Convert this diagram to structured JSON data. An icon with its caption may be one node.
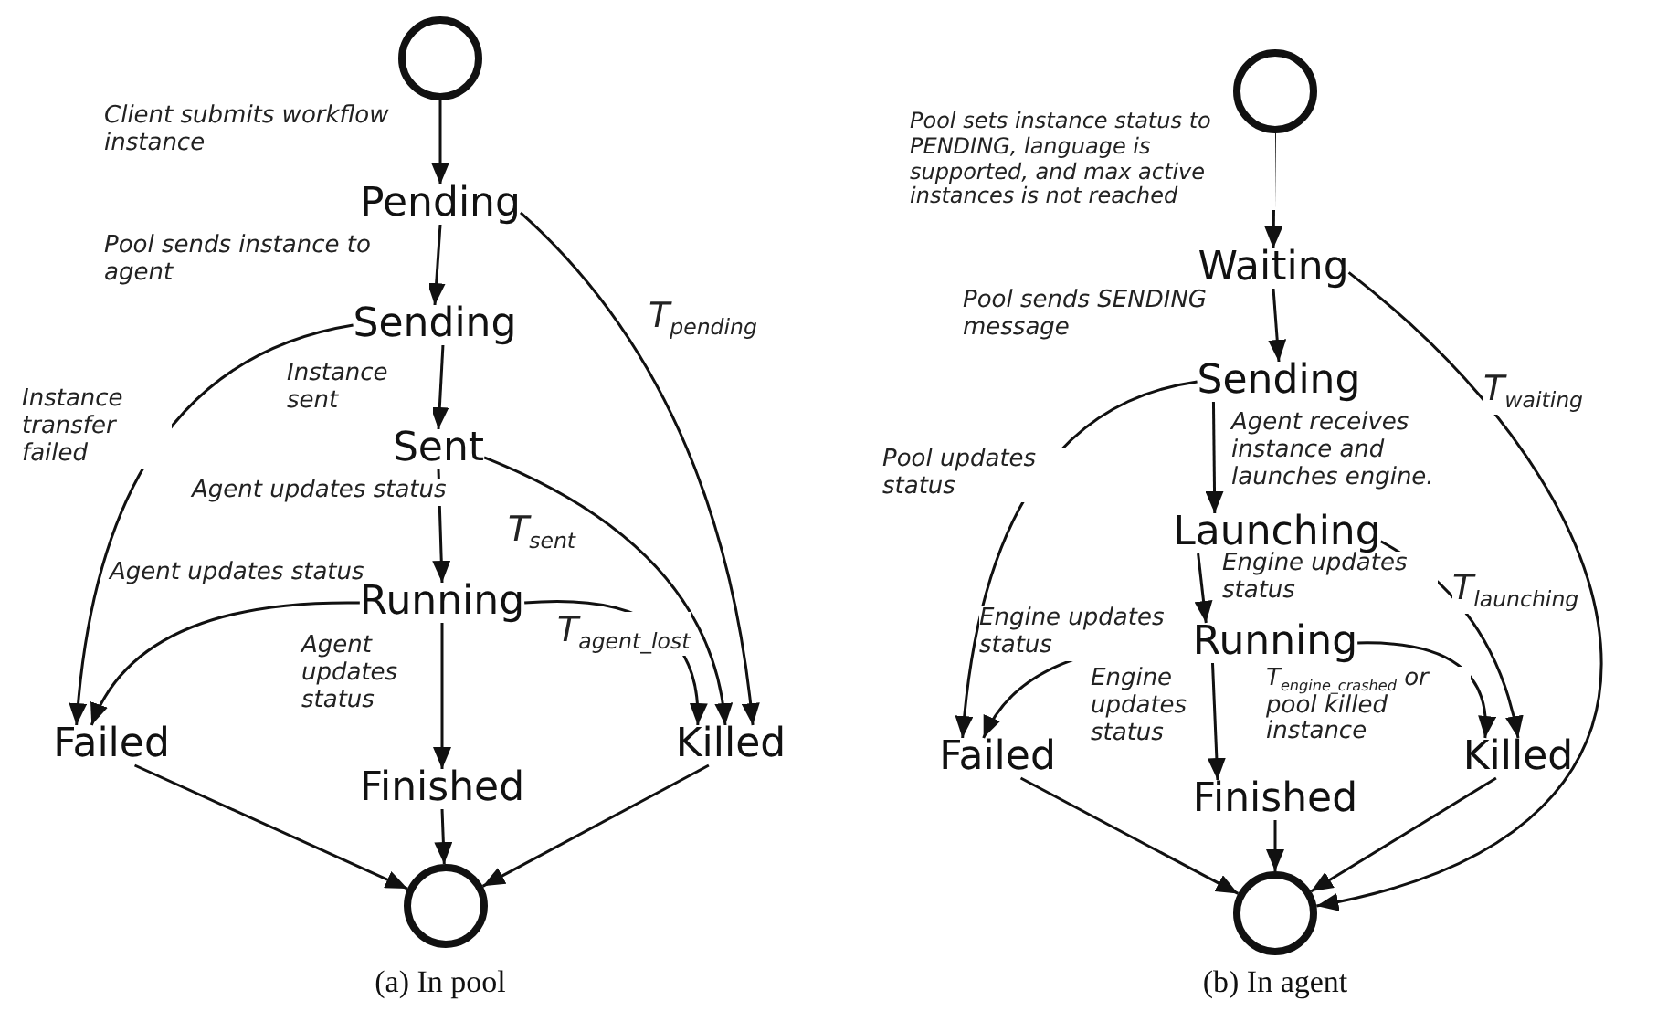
{
  "diagram": {
    "nodes": [
      {
        "text": [],
        "shape": "circle"
      },
      {
        "text": [
          "Pending"
        ]
      },
      {
        "text": [
          "Sending"
        ]
      },
      {
        "text": [
          "Sent"
        ]
      },
      {
        "text": [
          "Running"
        ]
      },
      {
        "text": [
          "Failed"
        ]
      },
      {
        "text": [
          "Finished"
        ]
      },
      {
        "text": [
          "Killed"
        ]
      },
      {
        "text": [],
        "shape": "circle"
      },
      {
        "text": [],
        "shape": "circle"
      },
      {
        "text": [
          "Waiting"
        ]
      },
      {
        "text": [
          "Sending"
        ]
      },
      {
        "text": [
          "Launching"
        ]
      },
      {
        "text": [
          "Running"
        ]
      },
      {
        "text": [
          "Failed"
        ]
      },
      {
        "text": [
          "Finished"
        ]
      },
      {
        "text": [
          "Killed"
        ]
      },
      {
        "text": [],
        "shape": "circle"
      }
    ],
    "edges": [
      {
        "from": 0,
        "to": 1,
        "arrow": "to",
        "label": "Client submits workflow instance"
      },
      {
        "from": 1,
        "to": 2,
        "arrow": "to",
        "label": "Pool sends instance to agent"
      },
      {
        "from": 2,
        "to": 3,
        "arrow": "to",
        "label": "Instance sent"
      },
      {
        "from": 3,
        "to": 4,
        "arrow": "to",
        "label": "Agent updates status"
      },
      {
        "from": 4,
        "to": 6,
        "arrow": "to",
        "label": "Agent updates status"
      },
      {
        "from": 2,
        "to": 5,
        "arrow": "to",
        "label": "Instance transfer failed"
      },
      {
        "from": 4,
        "to": 5,
        "arrow": "to",
        "label": "Agent updates status"
      },
      {
        "from": 4,
        "to": 7,
        "arrow": "to",
        "label": "T$_{agent_lost}$"
      },
      {
        "from": 3,
        "to": 7,
        "arrow": "to",
        "label": "T$_{sent}$"
      },
      {
        "from": 1,
        "to": 7,
        "arrow": "to",
        "label": "T$_{pending}$"
      },
      {
        "from": 5,
        "to": 8,
        "arrow": "to"
      },
      {
        "from": 6,
        "to": 8,
        "arrow": "to"
      },
      {
        "from": 7,
        "to": 8,
        "arrow": "to"
      },
      {
        "from": 9,
        "to": 10,
        "arrow": "to",
        "label": "Pool sets instance status to PENDING, language is supported, and max active instances is not reached"
      },
      {
        "from": 10,
        "to": 11,
        "arrow": "to",
        "label": "Pool sends SENDING message"
      },
      {
        "from": 11,
        "to": 12,
        "arrow": "to",
        "label": "Agent receives instance and launches engine."
      },
      {
        "from": 12,
        "to": 13,
        "arrow": "to",
        "label": "Engine updates status"
      },
      {
        "from": 11,
        "to": 14,
        "arrow": "to",
        "label": "Pool updates status"
      },
      {
        "from": 13,
        "to": 14,
        "arrow": "to",
        "label": "Engine updates status"
      },
      {
        "from": 13,
        "to": 15,
        "arrow": "to",
        "label": "Engine updates status"
      },
      {
        "from": 13,
        "to": 16,
        "arrow": "to",
        "label": "T$_{engine_crashed}$ or pool killed instance"
      },
      {
        "from": 12,
        "to": 16,
        "arrow": "to",
        "label": "T$_{launching}$"
      },
      {
        "from": 10,
        "to": 17,
        "arrow": "to",
        "label": "T$_{waiting}$"
      },
      {
        "from": 14,
        "to": 17,
        "arrow": "to"
      },
      {
        "from": 15,
        "to": 17,
        "arrow": "to"
      },
      {
        "from": 16,
        "to": 17,
        "arrow": "to"
      }
    ],
    "labels": [
      "(a) In pool",
      "(b) In agent"
    ]
  }
}
